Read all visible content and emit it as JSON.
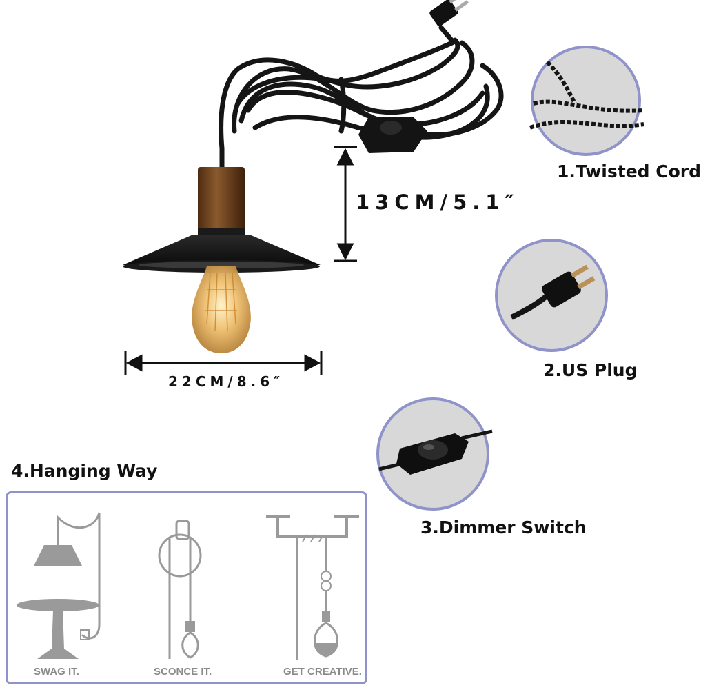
{
  "dimensions": {
    "height_label": "13CM/5.1″",
    "width_label": "22CM/8.6″"
  },
  "features": [
    {
      "label": "1.Twisted Cord",
      "icon": "twisted-cord-icon"
    },
    {
      "label": "2.US Plug",
      "icon": "us-plug-icon"
    },
    {
      "label": "3.Dimmer Switch",
      "icon": "dimmer-switch-icon"
    }
  ],
  "hanging": {
    "title": "4.Hanging Way",
    "options": [
      {
        "caption": "SWAG IT."
      },
      {
        "caption": "SCONCE IT."
      },
      {
        "caption": "GET CREATIVE."
      }
    ]
  },
  "colors": {
    "circle_border": "#8f93c9",
    "cord": "#151515",
    "wood": "#7a4a22",
    "bulb_glow": "#e9b75a",
    "icon_gray": "#9a9a9a"
  }
}
